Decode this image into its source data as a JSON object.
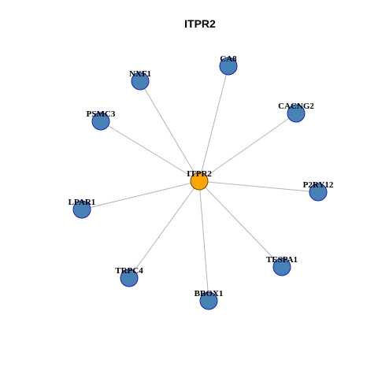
{
  "title": "ITPR2",
  "colors": {
    "hub_fill": "#FFA500",
    "hub_stroke": "#5a4a1a",
    "node_fill": "#4682B4",
    "node_stroke": "#1a1acc",
    "edge": "#b3b3b3",
    "background": "#ffffff"
  },
  "graph": {
    "hub": "ITPR2",
    "nodes": [
      {
        "id": "ITPR2",
        "label": "ITPR2",
        "role": "hub"
      },
      {
        "id": "CA8",
        "label": "CA8",
        "role": "neighbor"
      },
      {
        "id": "NXF1",
        "label": "NXF1",
        "role": "neighbor"
      },
      {
        "id": "CACNG2",
        "label": "CACNG2",
        "role": "neighbor"
      },
      {
        "id": "PSMC3",
        "label": "PSMC3",
        "role": "neighbor"
      },
      {
        "id": "P2RY12",
        "label": "P2RY12",
        "role": "neighbor"
      },
      {
        "id": "LPAR1",
        "label": "LPAR1",
        "role": "neighbor"
      },
      {
        "id": "TESPA1",
        "label": "TESPA1",
        "role": "neighbor"
      },
      {
        "id": "TRPC4",
        "label": "TRPC4",
        "role": "neighbor"
      },
      {
        "id": "BBOX1",
        "label": "BBOX1",
        "role": "neighbor"
      }
    ],
    "edges": [
      {
        "source": "ITPR2",
        "target": "CA8"
      },
      {
        "source": "ITPR2",
        "target": "NXF1"
      },
      {
        "source": "ITPR2",
        "target": "CACNG2"
      },
      {
        "source": "ITPR2",
        "target": "PSMC3"
      },
      {
        "source": "ITPR2",
        "target": "P2RY12"
      },
      {
        "source": "ITPR2",
        "target": "LPAR1"
      },
      {
        "source": "ITPR2",
        "target": "TESPA1"
      },
      {
        "source": "ITPR2",
        "target": "TRPC4"
      },
      {
        "source": "ITPR2",
        "target": "BBOX1"
      }
    ]
  }
}
